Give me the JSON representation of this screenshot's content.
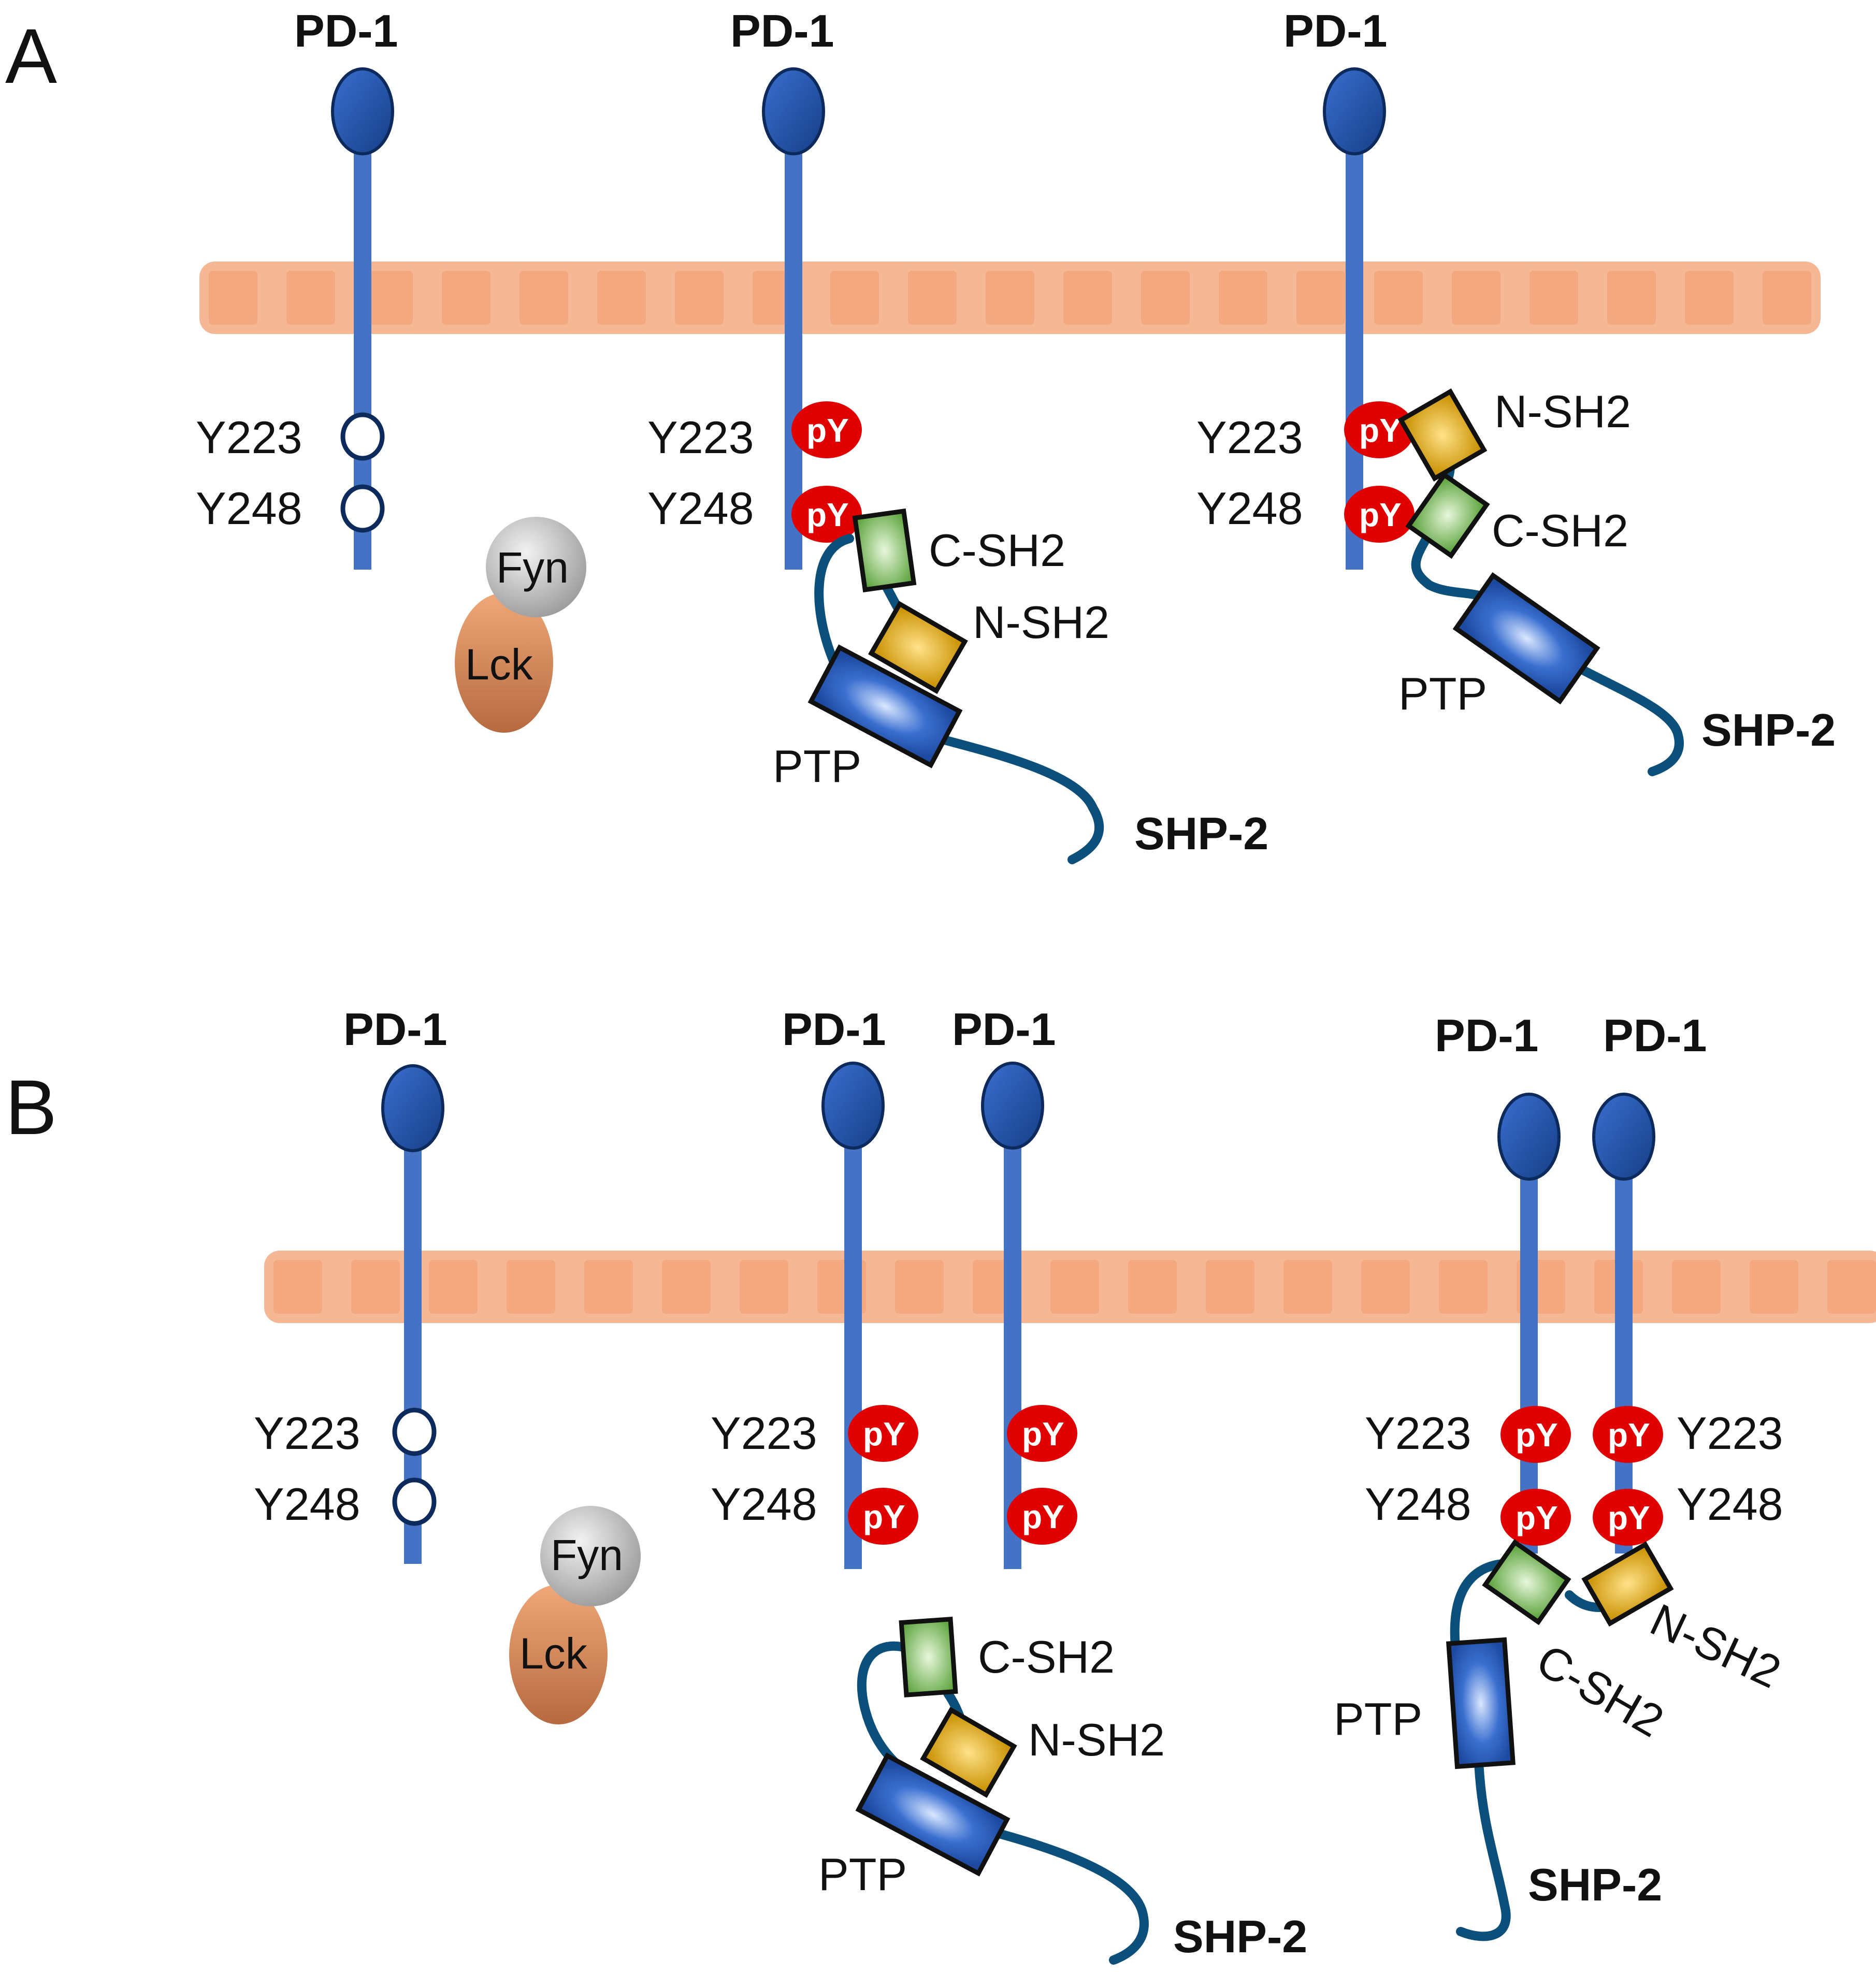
{
  "panels": [
    {
      "label": "A"
    },
    {
      "label": "B"
    }
  ],
  "text": {
    "pd1": "PD-1",
    "y223": "Y223",
    "y248": "Y248",
    "py": "pY",
    "c_sh2": "C-SH2",
    "n_sh2": "N-SH2",
    "ptp": "PTP",
    "shp2": "SHP-2",
    "fyn": "Fyn",
    "lck": "Lck"
  },
  "colors": {
    "membrane": "#f6b894",
    "membrane_block": "#f3a880",
    "pd1_stalk": "#4472c4",
    "pd1_head": "#1f4e9c",
    "phospho": "#e00000",
    "shp2_linker": "#0b4f7a",
    "c_sh2": "#6ab04c",
    "n_sh2": "#d9a400",
    "ptp": "#2e62c0",
    "fyn": "#b5b5b5",
    "lck": "#cf7a4a"
  }
}
